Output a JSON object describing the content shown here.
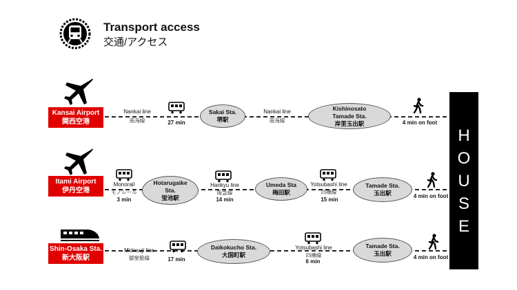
{
  "header": {
    "icon": "train-circle-icon",
    "title": "Transport access",
    "subtitle": "交通/アクセス"
  },
  "house_label": [
    "H",
    "O",
    "U",
    "S",
    "E"
  ],
  "routes": [
    {
      "origin_icon": "airplane-icon",
      "origin": {
        "en": "Kansai Airport",
        "jp": "関西空港"
      },
      "legs": [
        {
          "line_en": "Nankai line",
          "line_jp": "南海線",
          "time": "27 min",
          "icon": "train-icon"
        },
        {
          "line_en": "Nankai line",
          "line_jp": "南海線",
          "time": "",
          "icon": ""
        }
      ],
      "stations": [
        {
          "name": "Sakai Sta.",
          "jp": "堺駅"
        },
        {
          "name": "Kishinosato\nTamade Sta.",
          "jp": "岸里玉出駅"
        }
      ],
      "walk": "4 min on foot"
    },
    {
      "origin_icon": "airplane-icon",
      "origin": {
        "en": "Itami Airport",
        "jp": "伊丹空港"
      },
      "legs": [
        {
          "line_en": "Monorail",
          "line_jp": "モノレール",
          "time": "3 min",
          "icon": "train-icon"
        },
        {
          "line_en": "Hankyu line",
          "line_jp": "阪急線",
          "time": "14 min",
          "icon": "train-icon"
        },
        {
          "line_en": "Yotsubashi line",
          "line_jp": "四橋線",
          "time": "15 min",
          "icon": "train-icon"
        }
      ],
      "stations": [
        {
          "name": "Hotarugaike\nSta.",
          "jp": "蛍池駅"
        },
        {
          "name": "Umeda Sta",
          "jp": "梅田駅"
        },
        {
          "name": "Tamade Sta.",
          "jp": "玉出駅"
        }
      ],
      "walk": "4 min on foot"
    },
    {
      "origin_icon": "bullet-train-icon",
      "origin": {
        "en": "Shin-Osaka Sta.",
        "jp": "新大阪駅"
      },
      "legs": [
        {
          "line_en": "Midosuji line",
          "line_jp": "御堂筋線",
          "time": "17 min",
          "icon": "train-icon"
        },
        {
          "line_en": "Yotsubashi line",
          "line_jp": "四橋線",
          "time": "6 min",
          "icon": "train-icon"
        }
      ],
      "stations": [
        {
          "name": "Daikokucho Sta.",
          "jp": "大国町駅"
        },
        {
          "name": "Tamade Sta.",
          "jp": "玉出駅"
        }
      ],
      "walk": "4 min on foot"
    }
  ]
}
